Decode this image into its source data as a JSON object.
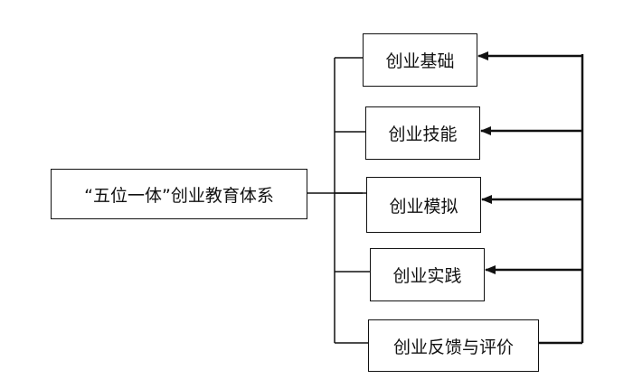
{
  "diagram": {
    "root": {
      "label": "“五位一体”创业教育体系"
    },
    "children": [
      {
        "label": "创业基础"
      },
      {
        "label": "创业技能"
      },
      {
        "label": "创业模拟"
      },
      {
        "label": "创业实践"
      },
      {
        "label": "创业反馈与评价"
      }
    ],
    "line_color": "#111111"
  }
}
